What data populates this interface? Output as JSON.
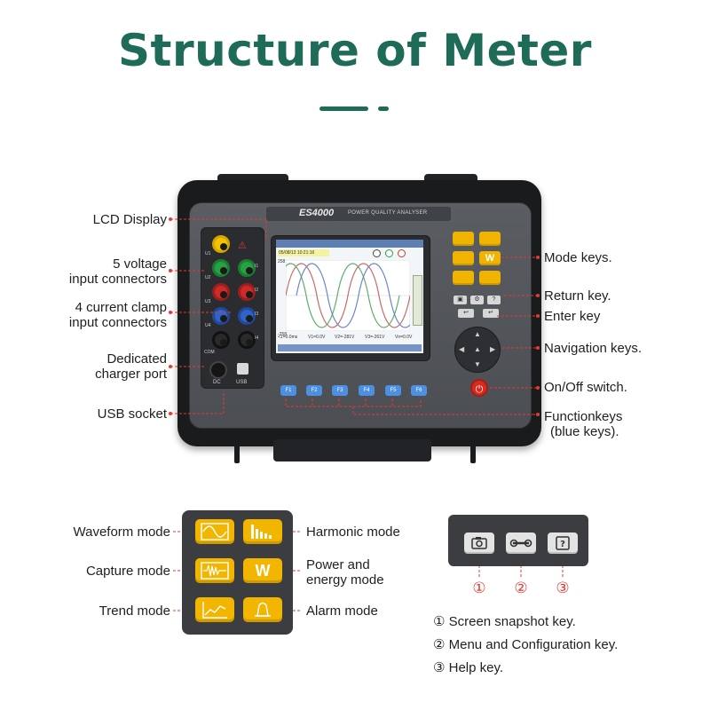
{
  "title": "Structure of Meter",
  "meter": {
    "model": "ES4000",
    "model_subtitle": "POWER QUALITY ANALYSER",
    "jack_labels": [
      "U1",
      "U2",
      "U3",
      "U4",
      "COM",
      "I1",
      "I2",
      "I3",
      "I4"
    ],
    "port_labels": {
      "dc": "DC",
      "usb": "USB"
    },
    "function_keys": [
      "F1",
      "F2",
      "F3",
      "F4",
      "F5",
      "F6"
    ],
    "screen": {
      "header": "05/08/13  10:21:16",
      "y_top": "258",
      "y_bottom": "-258",
      "readings": [
        "<1=0.0ms",
        "V1=0.0V",
        "V2=-281V",
        "V3=-261V",
        "Vn=0.0V"
      ]
    },
    "power_symbol": "⏻"
  },
  "callouts_left": {
    "lcd": "LCD Display",
    "voltage": [
      "5 voltage",
      "input connectors"
    ],
    "current": [
      "4 current clamp",
      "input connectors"
    ],
    "charger": [
      "Dedicated",
      "charger port"
    ],
    "usb": "USB socket"
  },
  "callouts_right": {
    "mode": "Mode keys.",
    "return": "Return key.",
    "enter": "Enter key",
    "navigation": "Navigation keys.",
    "onoff": "On/Off switch.",
    "function": [
      "Functionkeys",
      "(blue keys)."
    ]
  },
  "mode_keys": {
    "waveform": "Waveform mode",
    "capture": "Capture mode",
    "trend": "Trend mode",
    "harmonic": "Harmonic mode",
    "power": [
      "Power and",
      "energy mode"
    ],
    "alarm": "Alarm mode",
    "power_glyph": "W"
  },
  "small_keys": {
    "numbers": [
      "①",
      "②",
      "③"
    ],
    "legend": [
      "① Screen snapshot key.",
      "② Menu and Configuration key.",
      "③ Help key."
    ]
  },
  "colors": {
    "title": "#1e6b57",
    "leader": "#e53a34",
    "yellow_key": "#f2b500",
    "function_key": "#4d8fe0",
    "power_button": "#d72a1f"
  }
}
